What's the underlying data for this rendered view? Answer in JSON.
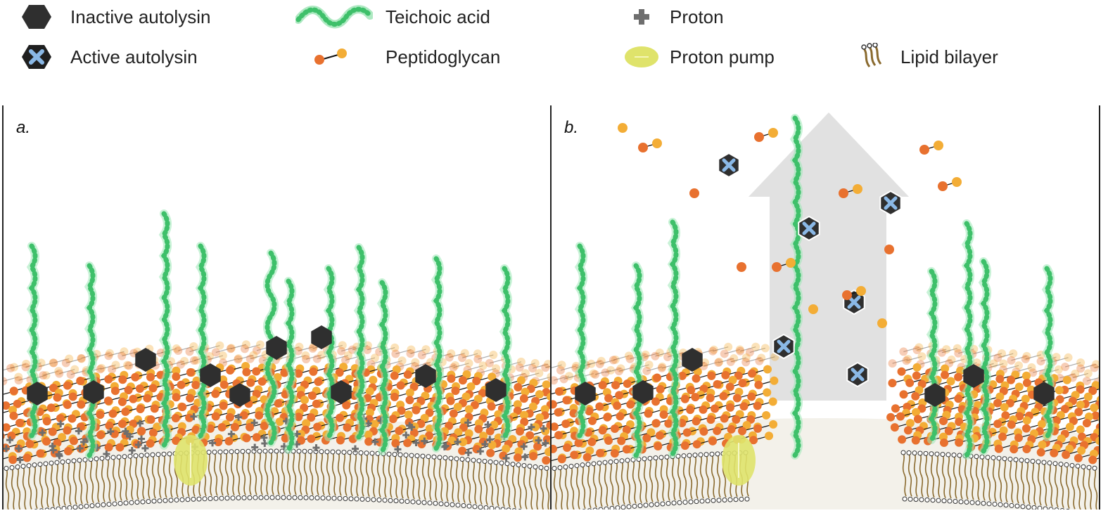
{
  "legend": {
    "items": [
      {
        "label": "Inactive autolysin",
        "icon": "inactive-autolysin-icon"
      },
      {
        "label": "Teichoic acid",
        "icon": "teichoic-acid-icon"
      },
      {
        "label": "Proton",
        "icon": "proton-icon"
      },
      {
        "label": "Active autolysin",
        "icon": "active-autolysin-icon"
      },
      {
        "label": "Peptidoglycan",
        "icon": "peptidoglycan-icon"
      },
      {
        "label": "Proton pump",
        "icon": "proton-pump-icon"
      },
      {
        "label": "Lipid bilayer",
        "icon": "lipid-bilayer-icon"
      }
    ]
  },
  "panels": {
    "a": {
      "letter": "a."
    },
    "b": {
      "letter": "b."
    }
  },
  "colors": {
    "autolysin": "#2f2f2f",
    "active_mark": "#8ab8e6",
    "teichoic": "#3ec06a",
    "pg_orange": "#e8712f",
    "pg_yellow": "#f3ad36",
    "proton": "#6e6e6e",
    "pump": "#dfe36b",
    "lipid": "#8a6a2e"
  }
}
